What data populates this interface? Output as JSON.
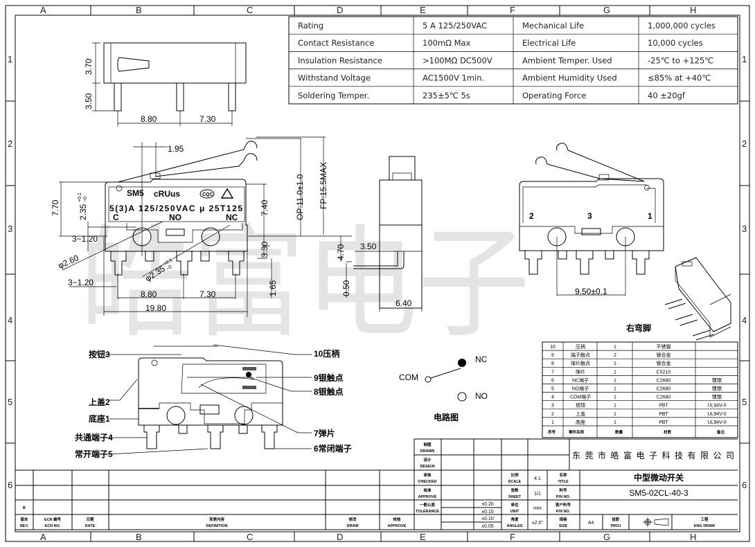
{
  "grid": {
    "columns": [
      "A",
      "B",
      "C",
      "D",
      "E",
      "F",
      "G",
      "H"
    ],
    "rows": [
      "1",
      "2",
      "3",
      "4",
      "5",
      "6"
    ]
  },
  "watermark": "皓富电子",
  "specs": [
    [
      "Rating",
      "5 A  125/250VAC",
      "Mechanical Life",
      "1,000,000 cycles"
    ],
    [
      "Contact Resistance",
      "100mΩ Max",
      "Electrical Life",
      "10,000 cycles"
    ],
    [
      "Insulation Resistance",
      ">100MΩ DC500V",
      "Ambient Temper. Used",
      "-25℃ to +125℃"
    ],
    [
      "Withstand Voltage",
      "AC1500V  1min.",
      "Ambient Humidity Used",
      "≤85% at +40℃"
    ],
    [
      "Soldering Temper.",
      "235±5℃ 5s",
      "Operating Force",
      "40 ±20gf"
    ]
  ],
  "dims": {
    "top_height": "3.70",
    "top_pin": "3.50",
    "top_pitch1": "8.80",
    "top_pitch2": "7.30",
    "lever_offset": "1.95",
    "body_height": "7.70",
    "hole_height": "2.35",
    "hole_tol_plus": "+0.1",
    "hole_tol_minus": "−0",
    "cover_height": "7.40",
    "op": "OP:11.0±1.0",
    "fp": "FP:15.5MAX",
    "base_height": "3.30",
    "pin_offset": "4.70",
    "pin_thick": "0.50",
    "pin_len": "1.65",
    "pin_width_a": "3−1.20",
    "pin_width_b": "3−1.20",
    "hole_dia_a": "φ2.60",
    "hole_dia_b": "φ2.35",
    "pitch1": "8.80",
    "pitch2": "7.30",
    "length": "19.80",
    "side_pin": "3.50",
    "width": "6.40",
    "hole_pitch": "9.50±0.1"
  },
  "switch_label": {
    "model": "SM5",
    "ul": "cRUus",
    "cqc": "CQC",
    "rating": "5(3)A 125/250VAC μ 25T125",
    "c": "C",
    "no": "NO",
    "nc": "NC"
  },
  "terminals_right": [
    "2",
    "3",
    "1"
  ],
  "bent_pin_label": "右弯脚",
  "callouts": {
    "button": "按钮3",
    "cover": "上盖2",
    "base": "底座1",
    "com": "共通端子4",
    "no": "常开端子5",
    "lever": "10压柄",
    "contact9": "9银触点",
    "contact8": "8银触点",
    "spring": "7弹片",
    "nc": "6常闭端子"
  },
  "circuit": {
    "title": "电路图",
    "com": "COM",
    "nc": "NC",
    "no": "NO"
  },
  "bom": {
    "rows": [
      [
        "10",
        "压柄",
        "1",
        "不锈钢",
        ""
      ],
      [
        "9",
        "端子触点",
        "2",
        "银合金",
        ""
      ],
      [
        "8",
        "弹片触点",
        "1",
        "银合金",
        ""
      ],
      [
        "7",
        "弹片",
        "1",
        "C5210",
        ""
      ],
      [
        "6",
        "NC端子",
        "1",
        "C2680",
        "镀银"
      ],
      [
        "5",
        "NO端子",
        "1",
        "C2680",
        "镀银"
      ],
      [
        "4",
        "COM端子",
        "1",
        "C2680",
        "镀银"
      ],
      [
        "3",
        "按钮",
        "1",
        "PBT",
        "UL94V-0"
      ],
      [
        "2",
        "上盖",
        "1",
        "PBT",
        "UL94V-0"
      ],
      [
        "1",
        "底座",
        "1",
        "PBT",
        "UL94V-0"
      ]
    ],
    "header": [
      "序号",
      "零件名称",
      "数量",
      "材质",
      "备注"
    ]
  },
  "title_block": {
    "company": "东莞市皓富电子科技有限公司",
    "drawn_cn": "制图",
    "drawn": "DRAWN",
    "design_cn": "设计",
    "design": "DESIGN",
    "checked_cn": "审核",
    "checked": "CHECKED",
    "approve_cn": "核准",
    "approve": "APPROVE",
    "tolerance_cn": "一般公差",
    "tolerance": "TOLERANCE",
    "tol_values": [
      "±0.20",
      "±0.15",
      "±0.10",
      "±0.05"
    ],
    "approve2_cn": "校核",
    "approve2": "APPROVE",
    "scale_cn": "比例",
    "scale": "SCALE",
    "scale_value": "4:1",
    "sheet_cn": "张数",
    "sheet": "SHEET",
    "sheet_value": "1/1",
    "unit_cn": "单位",
    "unit": "UNIT",
    "unit_value": "mm",
    "angles_cn": "角度",
    "angles": "ANGLES",
    "angles_value": "±2.0°",
    "title_cn": "名称",
    "title": "TITLE",
    "title_value": "中型微动开关",
    "pn_cn": "料号",
    "pn": "P/N NO.",
    "pn_value": "SM5-02CL-40-3",
    "cpn_cn": "客户料号",
    "cpn": "P/N NO.",
    "size_cn": "规格",
    "size": "SIZE",
    "size_value": "A4",
    "proj_cn": "投影",
    "proj": "PROJ",
    "eng_cn": "工程",
    "eng": "ENG DRAW"
  },
  "rev_table": {
    "rev_letter": "B",
    "headers_cn": [
      "版本",
      "ECN 编号",
      "日期",
      "变更内容",
      "修改"
    ],
    "headers": [
      "REV.",
      "ECN NO.",
      "DATE",
      "DEFINITION",
      "DRAW"
    ]
  }
}
